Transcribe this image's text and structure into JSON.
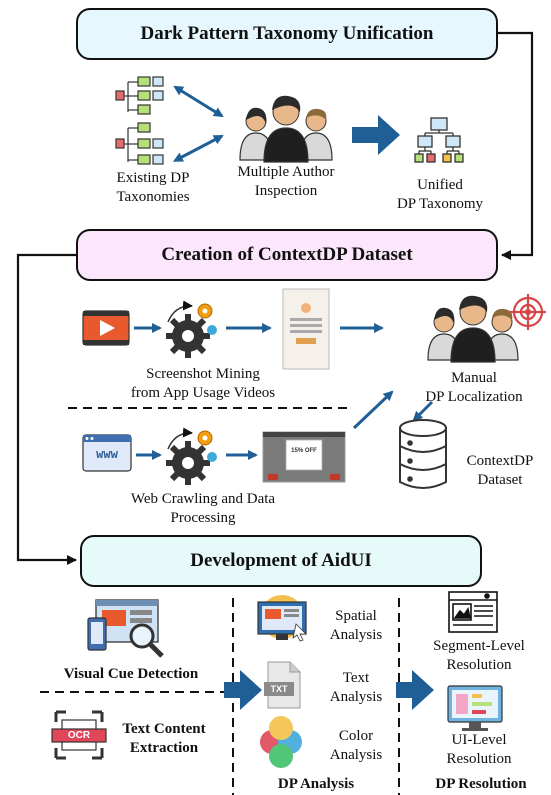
{
  "stages": {
    "stage1": "Dark Pattern Taxonomy Unification",
    "stage2": "Creation of ContextDP Dataset",
    "stage3": "Development of AidUI"
  },
  "stage1": {
    "existing_line1": "Existing DP",
    "existing_line2": "Taxonomies",
    "authors_line1": "Multiple Author",
    "authors_line2": "Inspection",
    "unified_line1": "Unified",
    "unified_line2": "DP Taxonomy"
  },
  "stage2": {
    "mining_line1": "Screenshot Mining",
    "mining_line2": "from App Usage Videos",
    "crawl_line1": "Web Crawling and Data",
    "crawl_line2": "Processing",
    "manual_line1": "Manual",
    "manual_line2": "DP Localization",
    "dataset_line1": "ContextDP",
    "dataset_line2": "Dataset",
    "www_text": "www",
    "popup_text": "15% OFF"
  },
  "stage3": {
    "visual_cue": "Visual Cue Detection",
    "text_extract_line1": "Text Content",
    "text_extract_line2": "Extraction",
    "ocr_text": "OCR",
    "spatial_line1": "Spatial",
    "spatial_line2": "Analysis",
    "text_line1": "Text",
    "text_line2": "Analysis",
    "txt_icon": "TXT",
    "color_line1": "Color",
    "color_line2": "Analysis",
    "dp_analysis": "DP Analysis",
    "segment_line1": "Segment-Level",
    "segment_line2": "Resolution",
    "uilevel_line1": "UI-Level",
    "uilevel_line2": "Resolution",
    "dp_resolution": "DP Resolution"
  },
  "colors": {
    "stage1_fill": "#e6f7fd",
    "stage2_fill": "#fbe6fb",
    "stage3_fill": "#e6fafa",
    "arrow_blue": "#1f5f96",
    "skin": "#e8b88a",
    "hair": "#2b2b2b",
    "shirt": "#d9d9d9"
  }
}
